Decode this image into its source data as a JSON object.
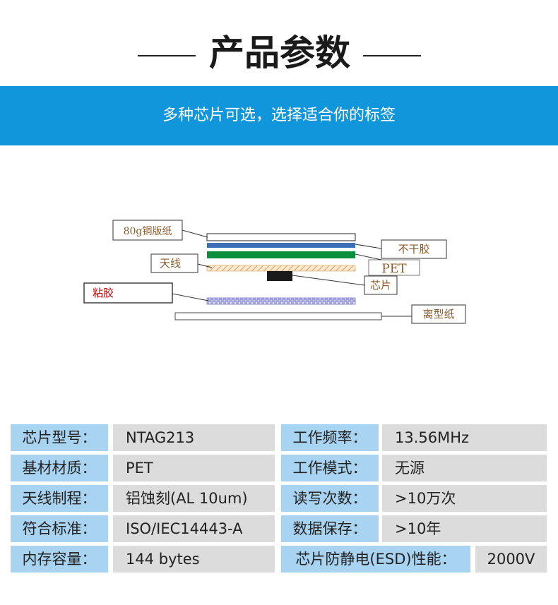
{
  "title": "产品参数",
  "banner": "多种芯片可选，选择适合你的标签",
  "diagram": {
    "labels": {
      "paper": "80g铜版纸",
      "dry_glue": "不干胶",
      "antenna": "天线",
      "pet": "PET",
      "chip": "芯片",
      "glue": "粘胶",
      "release_paper": "离型纸"
    },
    "colors": {
      "paper_layer": "#ffffff",
      "dry_glue_layer": "#3d6fb6",
      "pet_layer": "#0a8f3c",
      "antenna_layer": "#d9a05a",
      "chip": "#1a1a1a",
      "glue_layer": "#6f6fc6",
      "release_layer": "#ffffff",
      "paper_label_text": "#8b5a2b",
      "glue_label_text": "#c00000"
    }
  },
  "table": {
    "left": [
      {
        "key": "芯片型号：",
        "value": "NTAG213"
      },
      {
        "key": "基材材质：",
        "value": "PET"
      },
      {
        "key": "天线制程：",
        "value": "铝蚀刻(AL 10um)"
      },
      {
        "key": "符合标准：",
        "value": "ISO/IEC14443-A"
      },
      {
        "key": "内存容量：",
        "value": "144 bytes"
      }
    ],
    "right": [
      {
        "key": "工作频率：",
        "value": "13.56MHz"
      },
      {
        "key": "工作模式：",
        "value": "无源"
      },
      {
        "key": "读写次数：",
        "value": ">10万次"
      },
      {
        "key": "数据保存：",
        "value": ">10年"
      },
      {
        "key": "芯片防静电(ESD)性能：",
        "value": "2000V"
      }
    ]
  }
}
